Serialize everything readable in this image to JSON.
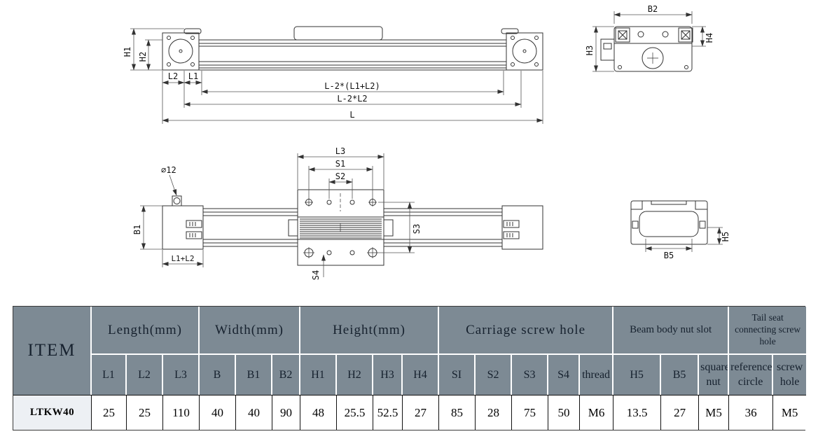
{
  "drawings": {
    "front": {
      "H1": "H1",
      "H2": "H2",
      "L1": "L1",
      "L2": "L2",
      "inner": "L-2*(L1+L2)",
      "mid": "L-2*L2",
      "total": "L"
    },
    "end": {
      "B2": "B2",
      "H3": "H3",
      "H4": "H4"
    },
    "top": {
      "L3": "L3",
      "S1": "S1",
      "S2": "S2",
      "S3": "S3",
      "S4": "S4",
      "B1": "B1",
      "sum": "L1+L2",
      "dia": "⌀12"
    },
    "section": {
      "B5": "B5",
      "H5": "H5"
    }
  },
  "table": {
    "item_header": "ITEM",
    "group_headers": {
      "length": "Length(mm)",
      "width": "Width(mm)",
      "height": "Height(mm)",
      "carriage": "Carriage screw hole",
      "beam": "Beam body nut slot",
      "tail": "Tail seat connecting screw hole"
    },
    "columns": [
      "L1",
      "L2",
      "L3",
      "B",
      "B1",
      "B2",
      "H1",
      "H2",
      "H3",
      "H4",
      "SI",
      "S2",
      "S3",
      "S4",
      "thread",
      "H5",
      "B5",
      "square nut",
      "reference circle",
      "screw hole"
    ],
    "row": {
      "item": "LTKW40",
      "values": [
        "25",
        "25",
        "110",
        "40",
        "40",
        "90",
        "48",
        "25.5",
        "52.5",
        "27",
        "85",
        "28",
        "75",
        "50",
        "M6",
        "13.5",
        "27",
        "M5",
        "36",
        "M5"
      ]
    }
  },
  "colors": {
    "header_bg": "#7d8a94",
    "header_text": "#16212e",
    "grid_dark": "#111111"
  }
}
